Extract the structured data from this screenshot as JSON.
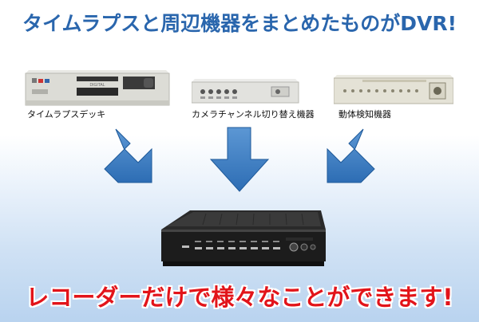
{
  "headline": "タイムラプスと周辺機器をまとめたものがDVR!",
  "devices": [
    {
      "caption": "タイムラプスデッキ",
      "brand_text": "DIGITAL"
    },
    {
      "caption": "カメラチャンネル切り替え機器"
    },
    {
      "caption": "動体検知機器"
    }
  ],
  "footer": "レコーダーだけで様々なことができます!",
  "colors": {
    "headline": "#2a66ad",
    "footer": "#e2141a",
    "arrow": "#3f7fc3",
    "arrow_dark": "#1f5a9a",
    "background_bottom": "#b9d3ef"
  }
}
